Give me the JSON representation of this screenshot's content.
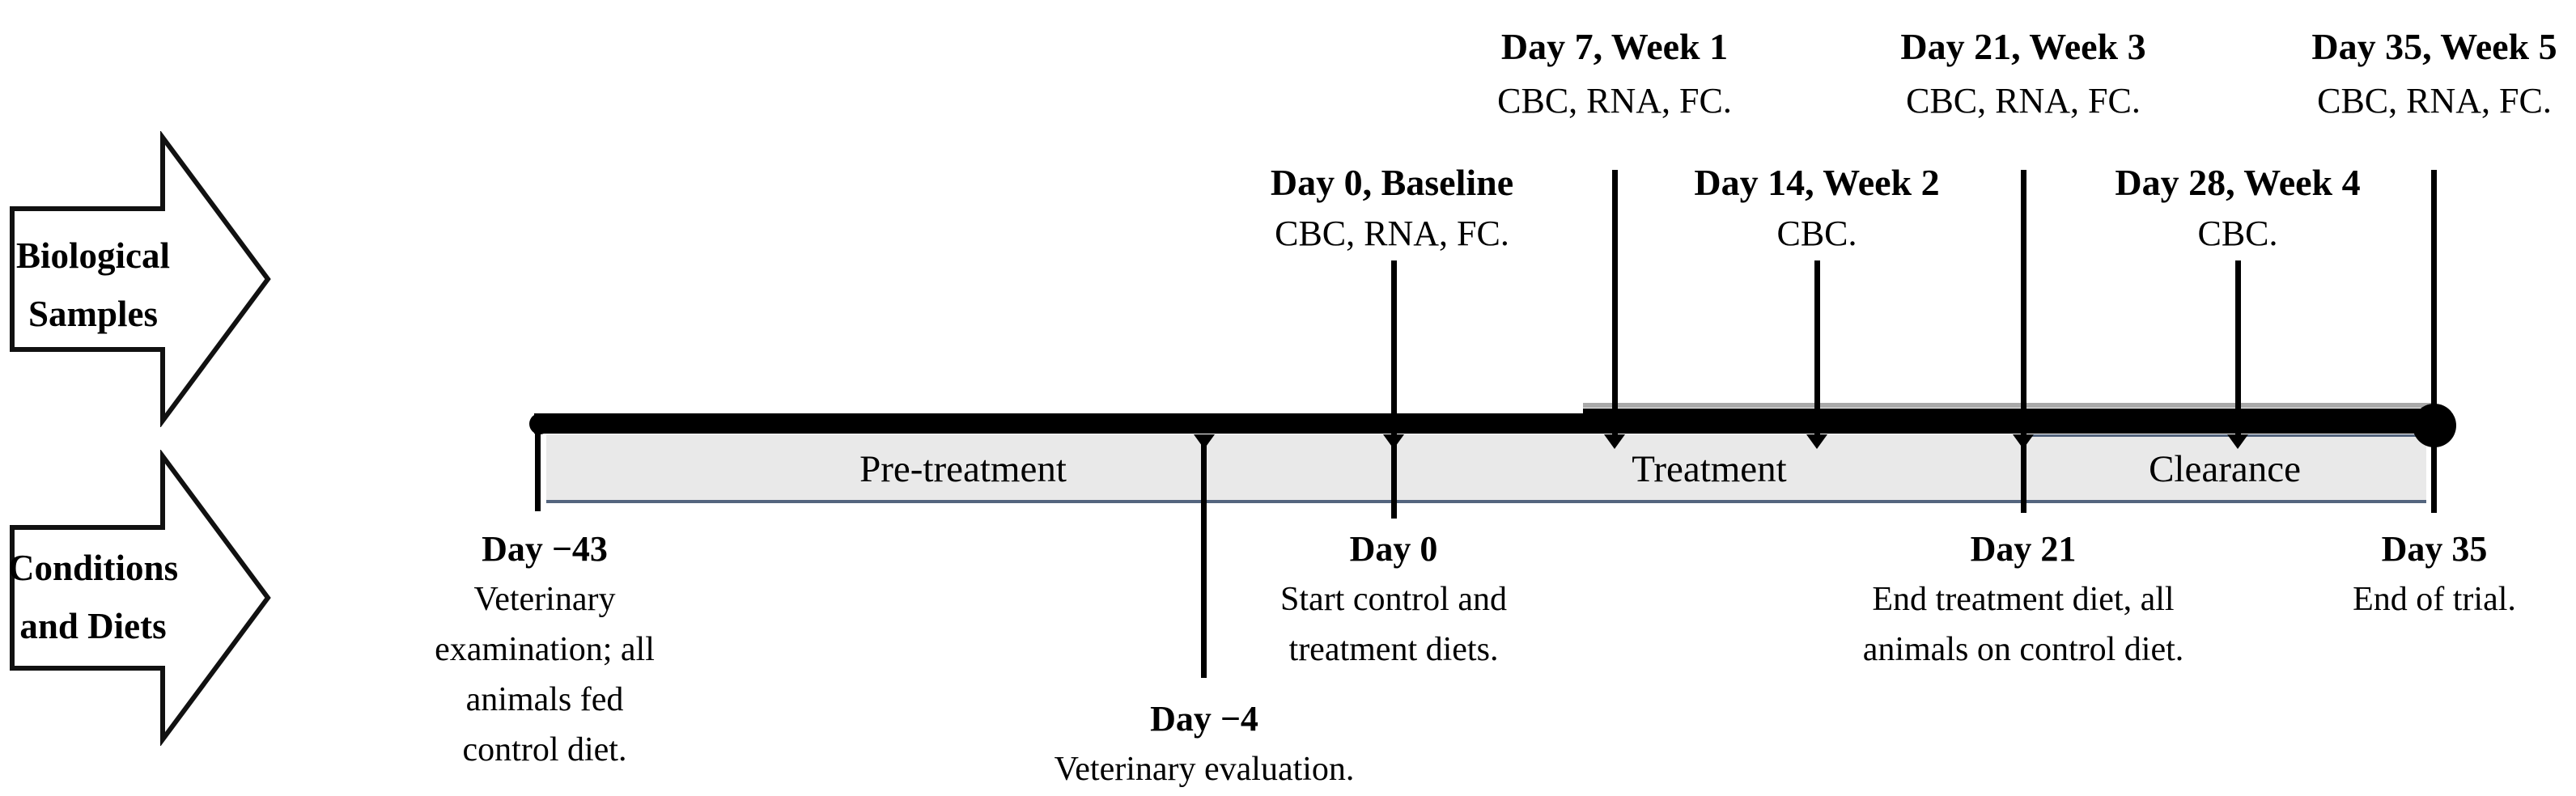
{
  "colors": {
    "band_fill": "#e9e9e9",
    "band_border": "#54657e",
    "timeline_bar": "#000000",
    "arrow_fill": "#ffffff",
    "arrow_border": "#111111"
  },
  "arrows": {
    "biological": {
      "line1": "Biological",
      "line2": "Samples"
    },
    "conditions": {
      "line1": "Conditions",
      "line2": "and Diets"
    }
  },
  "phases": [
    {
      "label": "Pre-treatment"
    },
    {
      "label": "Treatment"
    },
    {
      "label": "Clearance"
    }
  ],
  "top_events": [
    {
      "title": "Day 0, Baseline",
      "subtitle": "CBC, RNA, FC."
    },
    {
      "title": "Day 7, Week 1",
      "subtitle": "CBC, RNA, FC."
    },
    {
      "title": "Day 14, Week 2",
      "subtitle": "CBC."
    },
    {
      "title": "Day 21, Week 3",
      "subtitle": "CBC, RNA, FC."
    },
    {
      "title": "Day 28, Week 4",
      "subtitle": "CBC."
    },
    {
      "title": "Day 35, Week 5",
      "subtitle": "CBC, RNA, FC."
    }
  ],
  "bottom_events": [
    {
      "title": "Day −43",
      "lines": [
        "Veterinary",
        "examination; all",
        "animals fed",
        "control diet."
      ]
    },
    {
      "title": "Day −4",
      "lines": [
        "Veterinary evaluation."
      ]
    },
    {
      "title": "Day 0",
      "lines": [
        "Start control and",
        "treatment diets."
      ]
    },
    {
      "title": "Day 21",
      "lines": [
        "End treatment diet, all",
        "animals on control diet."
      ]
    },
    {
      "title": "Day 35",
      "lines": [
        "End of trial."
      ]
    }
  ]
}
